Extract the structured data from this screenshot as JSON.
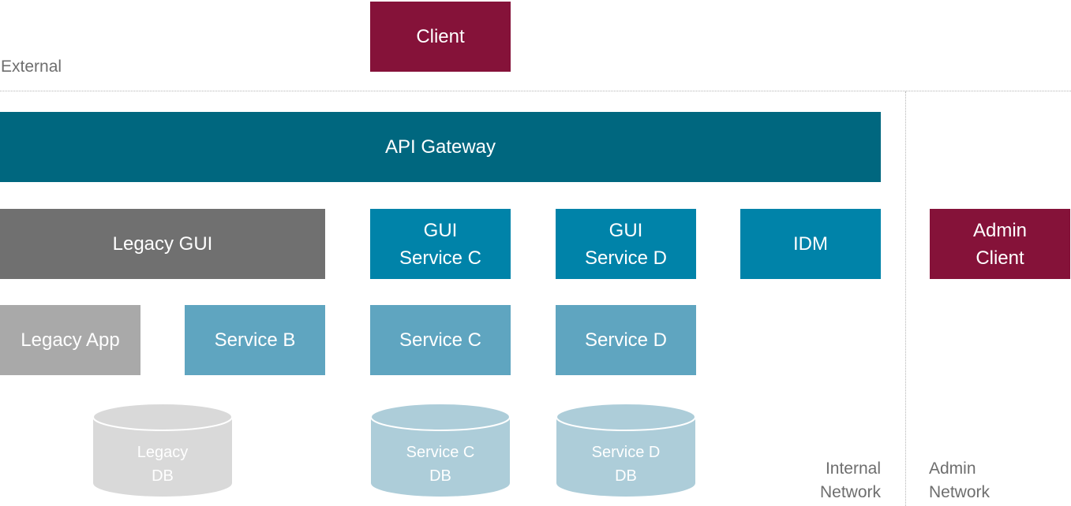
{
  "zones": {
    "external": "External",
    "internal": "Internal\nNetwork",
    "admin": "Admin\nNetwork"
  },
  "nodes": {
    "client": "Client",
    "api_gateway": "API Gateway",
    "legacy_gui": "Legacy GUI",
    "gui_service_c": "GUI\nService C",
    "gui_service_d": "GUI\nService D",
    "idm": "IDM",
    "admin_client": "Admin\nClient",
    "legacy_app": "Legacy App",
    "service_b": "Service B",
    "service_c": "Service C",
    "service_d": "Service D"
  },
  "databases": {
    "legacy_db": "Legacy\nDB",
    "service_c_db": "Service C\nDB",
    "service_d_db": "Service D\nDB"
  },
  "colors": {
    "client": "#851239",
    "gateway": "#00677f",
    "gui": "#0083a9",
    "service": "#5fa5c0",
    "legacy_gui": "#707070",
    "legacy_app": "#a9a9a9",
    "legacy_db": "#d9d9d9",
    "service_db": "#adcdd9"
  }
}
